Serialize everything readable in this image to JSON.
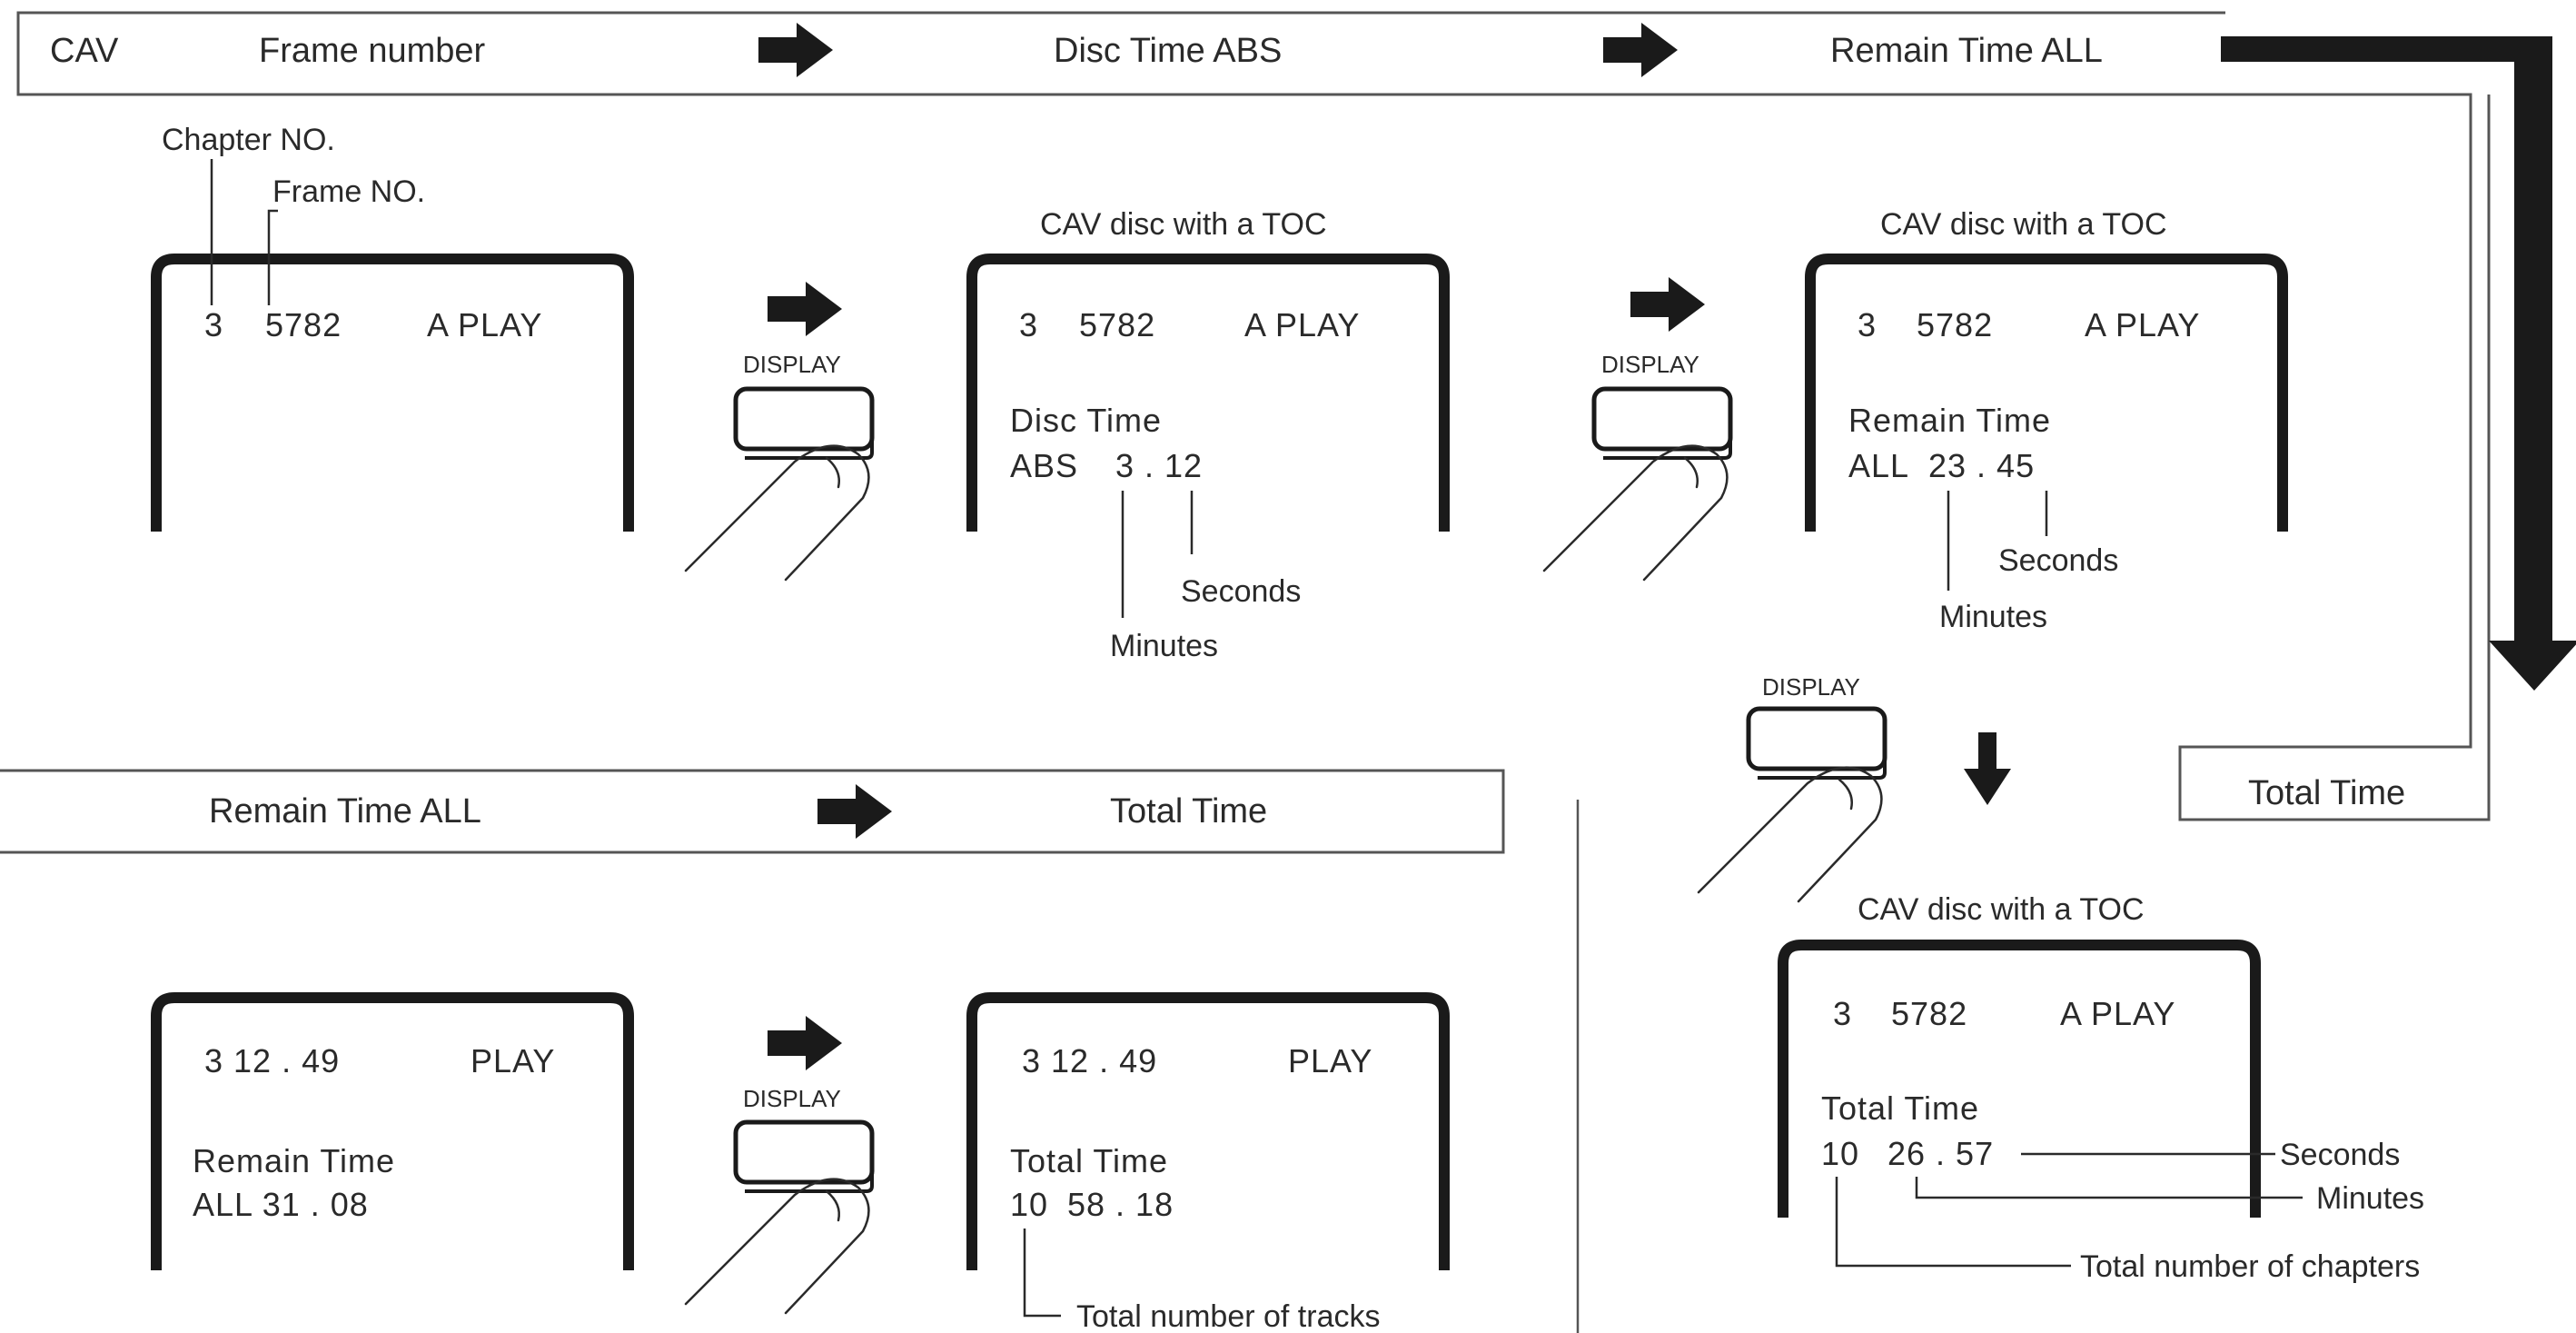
{
  "top_sequence": {
    "mode": "CAV",
    "step1": "Frame number",
    "step2": "Disc Time ABS",
    "step3": "Remain Time ALL",
    "step4": "Total Time"
  },
  "bottom_sequence": {
    "step1": "Remain Time ALL",
    "step2": "Total Time"
  },
  "button_label": "DISPLAY",
  "screen_title": "CAV disc with a TOC",
  "screens": {
    "frame": {
      "chapter": "3",
      "frame": "5782",
      "status": "A  PLAY",
      "chapter_label": "Chapter NO.",
      "frame_label": "Frame NO."
    },
    "disc_time": {
      "line1_chapter": "3",
      "line1_frame": "5782",
      "line1_status": "A  PLAY",
      "label": "Disc Time",
      "prefix": "ABS",
      "value": "3 . 12",
      "seconds_label": "Seconds",
      "minutes_label": "Minutes"
    },
    "remain_time": {
      "line1_chapter": "3",
      "line1_frame": "5782",
      "line1_status": "A  PLAY",
      "label": "Remain Time",
      "prefix": "ALL",
      "value": "23 . 45",
      "seconds_label": "Seconds",
      "minutes_label": "Minutes"
    },
    "total_time": {
      "line1_chapter": "3",
      "line1_frame": "5782",
      "line1_status": "A  PLAY",
      "label": "Total Time",
      "count": "10",
      "value": "26 . 57",
      "seconds_label": "Seconds",
      "minutes_label": "Minutes",
      "chapters_label": "Total number of chapters"
    },
    "cd_remain": {
      "line1": "3  12 . 49",
      "status": "PLAY",
      "label": "Remain Time",
      "value": "ALL 31 . 08"
    },
    "cd_total": {
      "line1": "3  12 . 49",
      "status": "PLAY",
      "label": "Total Time",
      "count": "10",
      "value": "58 . 18",
      "tracks_label": "Total number of tracks"
    }
  }
}
